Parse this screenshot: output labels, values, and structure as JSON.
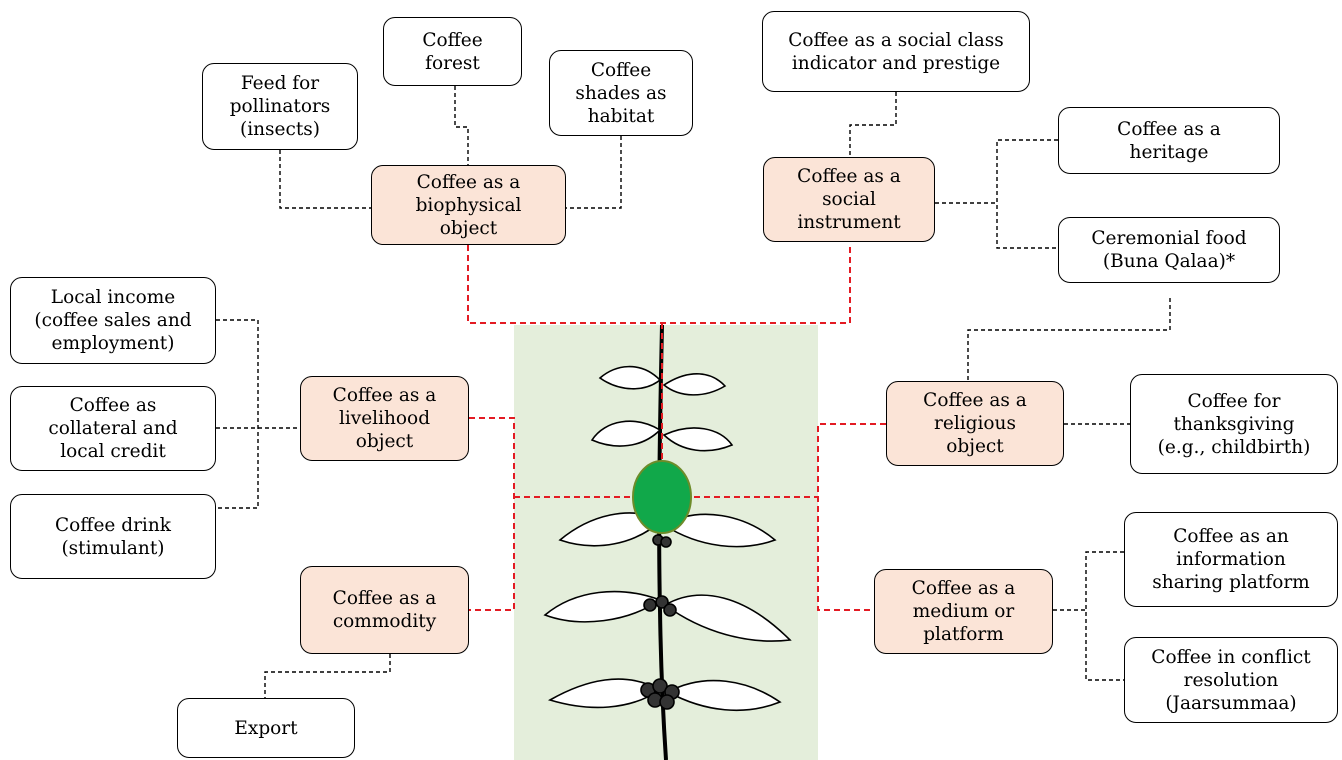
{
  "core_nodes": {
    "biophysical": "Coffee as a\nbiophysical\nobject",
    "social": "Coffee as a\nsocial\ninstrument",
    "livelihood": "Coffee as a\nlivelihood\nobject",
    "religious": "Coffee as a\nreligious\nobject",
    "commodity": "Coffee as a\ncommodity",
    "medium": "Coffee as a\nmedium or\nplatform"
  },
  "leaf_nodes": {
    "pollinators": "Feed for\npollinators\n(insects)",
    "forest": "Coffee\nforest",
    "shades": "Coffee\nshades as\nhabitat",
    "social_class": "Coffee as a social class\nindicator and prestige",
    "heritage": "Coffee as a\nheritage",
    "ceremonial": "Ceremonial food\n(Buna Qalaa)*",
    "income": "Local income\n(coffee sales and\nemployment)",
    "collateral": "Coffee as\ncollateral and\nlocal credit",
    "drink": "Coffee drink\n(stimulant)",
    "thanksgiving": "Coffee for\nthanksgiving\n(e.g., childbirth)",
    "info_sharing": "Coffee as an\ninformation\nsharing platform",
    "conflict": "Coffee in conflict\nresolution\n(Jaarsummaa)",
    "export": "Export"
  },
  "colors": {
    "core_fill": "#fbe4d7",
    "photo_bg": "#e4eedb",
    "center_dot": "#11a84a",
    "red_link": "#e31b23",
    "black_link": "#000000"
  },
  "icons": {
    "center": "coffee-plant-illustration"
  }
}
